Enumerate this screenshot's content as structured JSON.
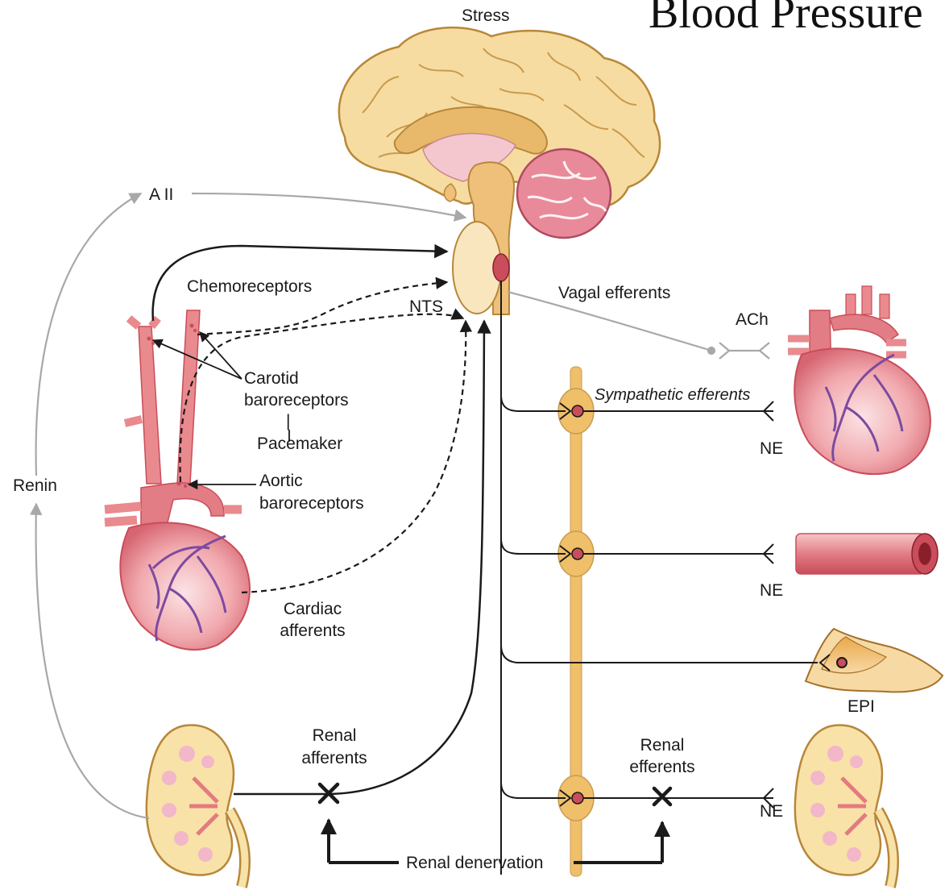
{
  "title": "Blood Pressure",
  "labels": {
    "stress": "Stress",
    "a2": "A II",
    "chemoreceptors": "Chemoreceptors",
    "nts": "NTS",
    "vagal_efferents": "Vagal efferents",
    "ach": "ACh",
    "carotid_baroreceptors_1": "Carotid",
    "carotid_baroreceptors_2": "baroreceptors",
    "bar": "|",
    "pacemaker": "Pacemaker",
    "aortic_baroreceptors_1": "Aortic",
    "aortic_baroreceptors_2": "baroreceptors",
    "sympathetic_efferents": "Sympathetic efferents",
    "ne_heart": "NE",
    "renin": "Renin",
    "ne_vessel": "NE",
    "cardiac_afferents_1": "Cardiac",
    "cardiac_afferents_2": "afferents",
    "epi": "EPI",
    "renal_afferents_1": "Renal",
    "renal_afferents_2": "afferents",
    "renal_efferents_1": "Renal",
    "renal_efferents_2": "efferents",
    "ne_kidney": "NE",
    "renal_denervation": "Renal denervation"
  },
  "colors": {
    "brain_fill": "#f6dca0",
    "brain_stroke": "#b8873a",
    "heart_fill": "#e98a8e",
    "heart_dark": "#c94d5a",
    "vein": "#7d4aa0",
    "chain_fill": "#efbf6a",
    "gray_arrow": "#a8a8a8",
    "black_arrow": "#1a1a1a"
  }
}
